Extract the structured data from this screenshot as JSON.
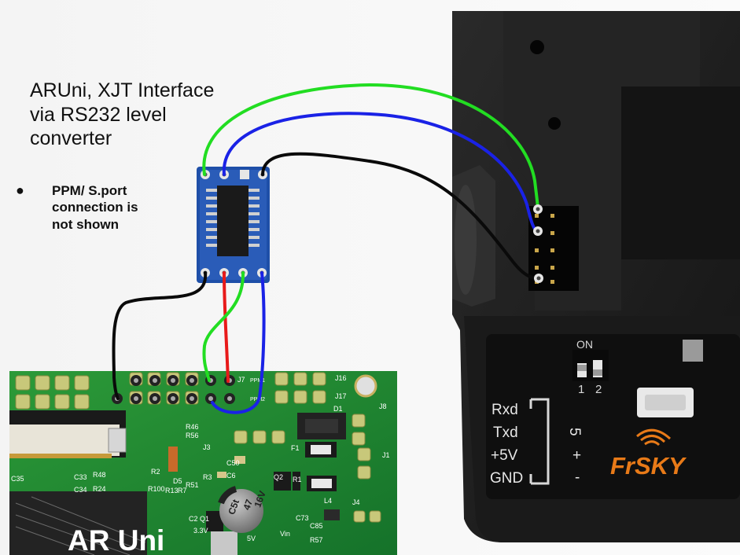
{
  "caption": {
    "title_lines": [
      "ARUni, XJT Interface",
      "via RS232 level",
      "converter"
    ],
    "note_bullet": "●",
    "note_lines": [
      "PPM/ S.port",
      "connection is",
      "not shown"
    ]
  },
  "module_label": {
    "pins": [
      "Rxd",
      "Txd",
      "+5V",
      "GND"
    ],
    "polarity": [
      "+",
      "-"
    ],
    "switch_top": "ON",
    "switch_nums": [
      "1",
      "2"
    ],
    "signal_num": "5",
    "brand": "FrSKY"
  },
  "board_label": {
    "name": "AR Uni",
    "silk": [
      "J7",
      "J16",
      "J17",
      "J8",
      "PPM1",
      "PPM2",
      "R46",
      "R56",
      "J3",
      "C50",
      "D1",
      "F1",
      "R48",
      "R2",
      "R24",
      "R100",
      "C35",
      "C33",
      "C34",
      "R3",
      "C6",
      "R51",
      "Q2",
      "R1",
      "D5",
      "R13",
      "R7",
      "J1",
      "J4",
      "L4",
      "C73",
      "C85",
      "R57",
      "C2",
      "Q1",
      "3.3V",
      "5V",
      "Vin"
    ],
    "capacitor": [
      "C5t",
      "47",
      "16V"
    ]
  },
  "colors": {
    "wire_green": "#22dd22",
    "wire_blue": "#1a22e6",
    "wire_black": "#0a0a0a",
    "wire_red": "#e81a1a",
    "pcb_green": "#1e8a2a",
    "module_black": "#1b1b1b",
    "brand_orange": "#e87a18",
    "adapter_blue": "#1e4fa8"
  }
}
